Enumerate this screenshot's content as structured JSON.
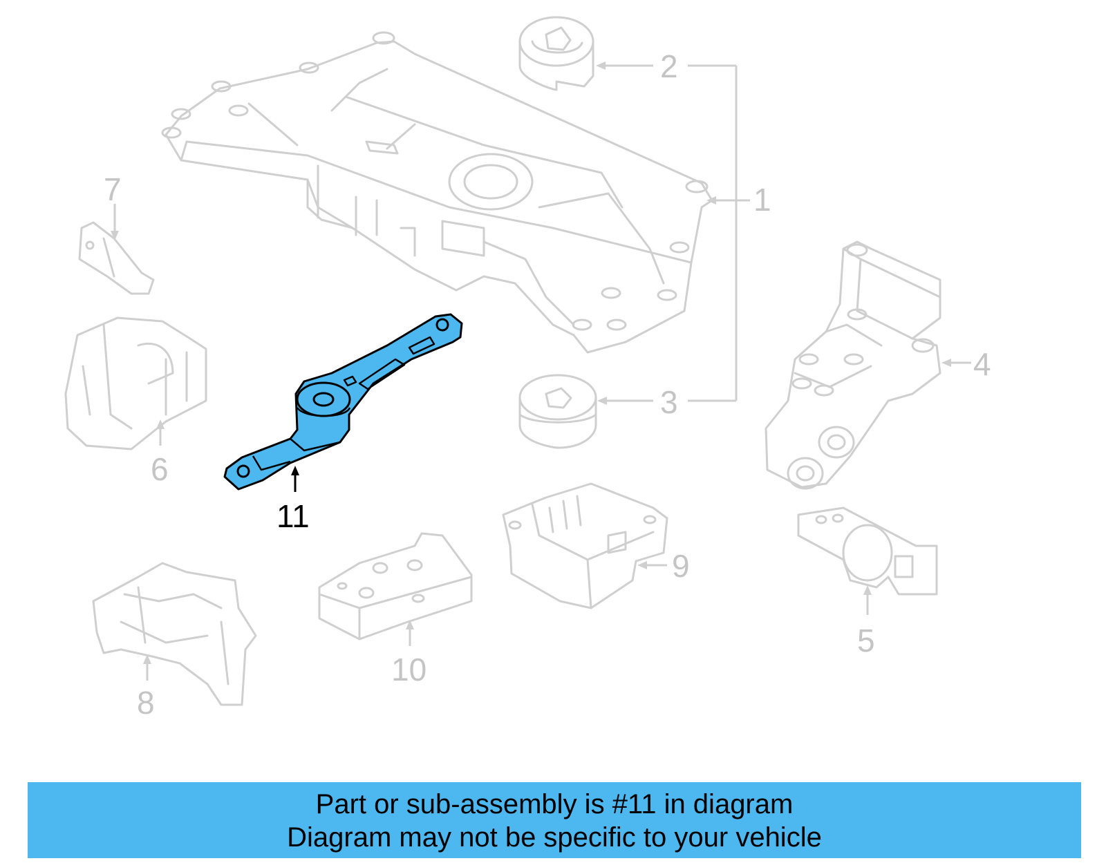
{
  "diagram": {
    "callouts": {
      "c1": "1",
      "c2": "2",
      "c3": "3",
      "c4": "4",
      "c5": "5",
      "c6": "6",
      "c7": "7",
      "c8": "8",
      "c9": "9",
      "c10": "10",
      "c11": "11"
    },
    "highlighted_part": "11",
    "highlight_color": "#4db8f0",
    "line_color": "#cfcfcf"
  },
  "banner": {
    "line1": "Part or sub-assembly is #11 in diagram",
    "line2": "Diagram may not be specific to your vehicle",
    "background": "#4db8f0"
  }
}
